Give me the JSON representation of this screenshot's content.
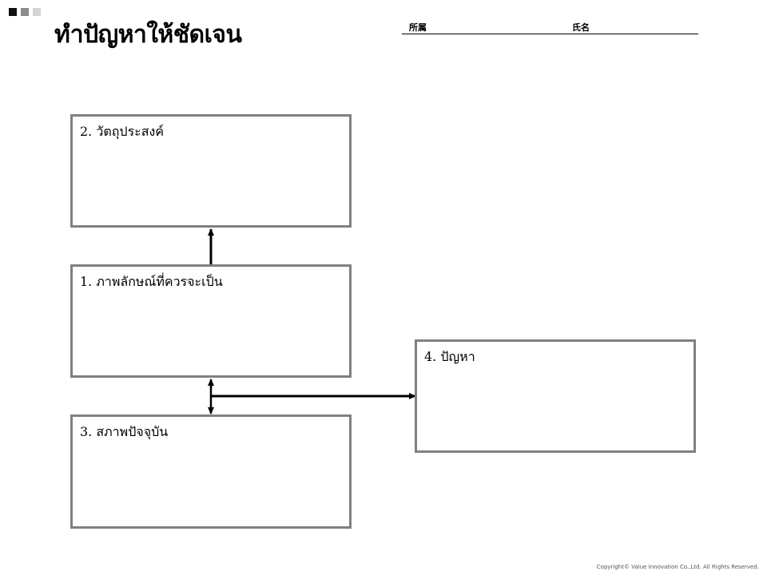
{
  "header": {
    "title": "ทำปัญหาให้ชัดเจน",
    "dept_label": "所属",
    "name_label": "氏名"
  },
  "boxes": {
    "objective": {
      "label": "2. วัตถุประสงค์"
    },
    "ideal_state": {
      "label": "1. ภาพลักษณ์ที่ควรจะเป็น"
    },
    "current_state": {
      "label": "3. สภาพปัจจุบัน"
    },
    "problem": {
      "label": "4. ปัญหา"
    }
  },
  "footer": {
    "copyright": "Copyright©   Value Innovation Co.,Ltd. All Rights Reserved."
  },
  "colors": {
    "box_border": "#808080",
    "arrow": "#000000",
    "dashed_line": "#808080"
  }
}
